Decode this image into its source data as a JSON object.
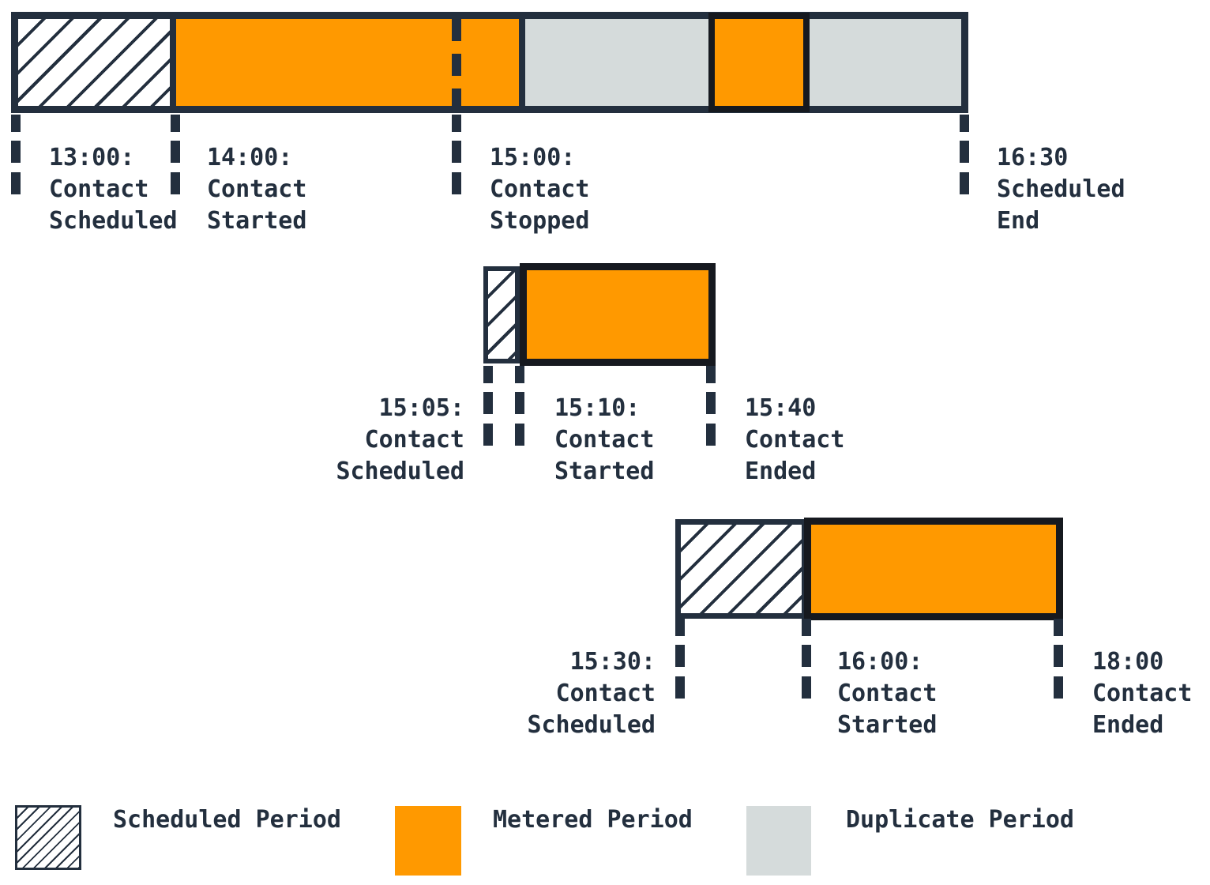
{
  "colors": {
    "navy": "#232F3E",
    "metered_orange": "#FF9900",
    "duplicate_gray": "#D5DBDB",
    "block_border_black": "#16191F",
    "background": "#FFFFFF"
  },
  "timelines": [
    {
      "segments": [
        "scheduled",
        "metered",
        "duplicate",
        "metered",
        "duplicate"
      ],
      "labels": [
        "13:00:\nContact\nScheduled",
        "14:00:\nContact\nStarted",
        "15:00:\nContact\nStopped",
        "16:30\nScheduled\nEnd"
      ]
    },
    {
      "segments": [
        "scheduled",
        "metered"
      ],
      "labels": [
        "15:05:\nContact\nScheduled",
        "15:10:\nContact\nStarted",
        "15:40\nContact\nEnded"
      ]
    },
    {
      "segments": [
        "scheduled",
        "metered"
      ],
      "labels": [
        "15:30:\nContact\nScheduled",
        "16:00:\nContact\nStarted",
        "18:00\nContact\nEnded"
      ]
    }
  ],
  "legend": {
    "items": [
      "Scheduled Period",
      "Metered Period",
      "Duplicate Period"
    ]
  }
}
